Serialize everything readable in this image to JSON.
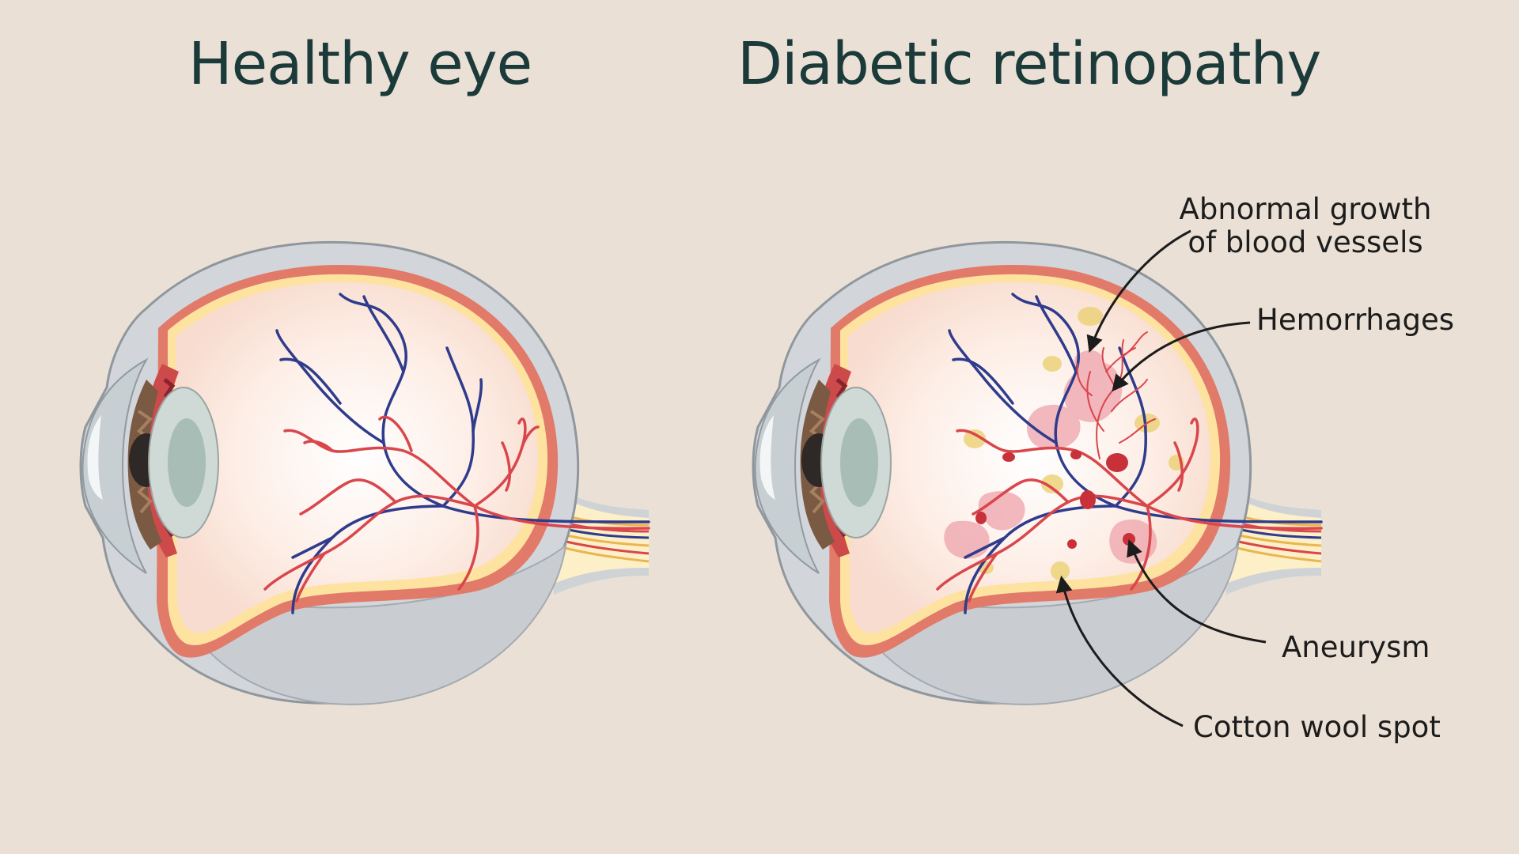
{
  "titles": {
    "healthy": "Healthy eye",
    "diabetic": "Diabetic retinopathy"
  },
  "callouts": {
    "abnormal_line1": "Abnormal growth",
    "abnormal_line2": "of blood vessels",
    "hemorrhages": "Hemorrhages",
    "aneurysm": "Aneurysm",
    "cotton_wool": "Cotton wool spot"
  },
  "colors": {
    "background": "#ebe0d6",
    "heading_text": "#1b3a3a",
    "artery": "#d9464c",
    "vein": "#2f3b8c",
    "retina": "#e27a6a",
    "hemorrhage": "#eea3ac",
    "cotton_wool_spot": "#ecd27a"
  }
}
